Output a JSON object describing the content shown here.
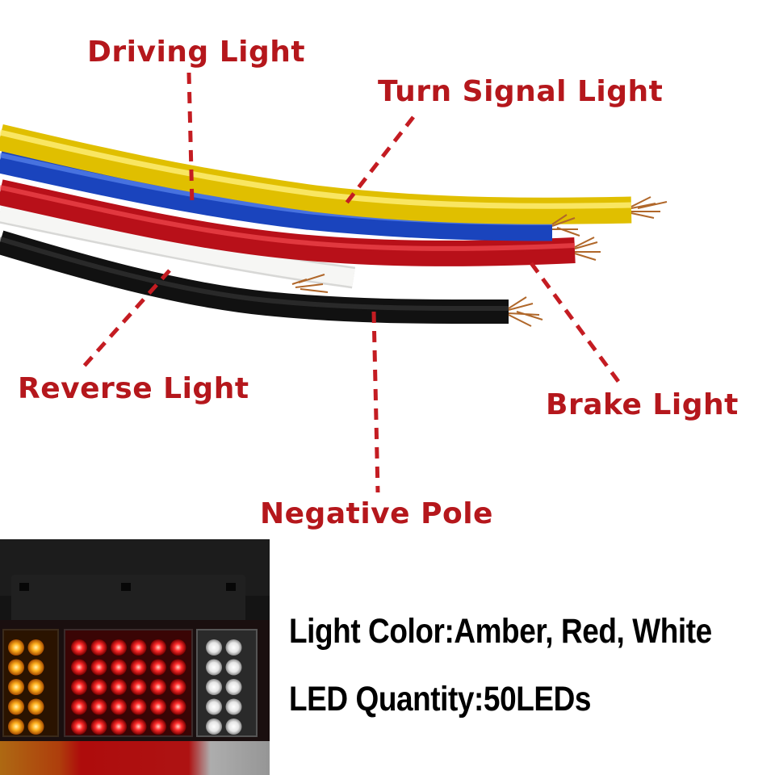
{
  "labels": {
    "driving": "Driving Light",
    "turn": "Turn Signal Light",
    "reverse": "Reverse Light",
    "brake": "Brake Light",
    "negative": "Negative Pole"
  },
  "specs": {
    "light_color": "Light Color:Amber, Red, White",
    "led_quantity": "LED Quantity:50LEDs"
  },
  "colors": {
    "label_text": "#b5171c",
    "wire_yellow": "#f2d313",
    "wire_blue": "#1f4fd1",
    "wire_red": "#d91a24",
    "wire_white": "#f4f4f2",
    "wire_black": "#1d1d1d",
    "led_amber": "#ff9a1a",
    "led_red": "#ff2a2a",
    "led_white": "#f2f2f2"
  }
}
